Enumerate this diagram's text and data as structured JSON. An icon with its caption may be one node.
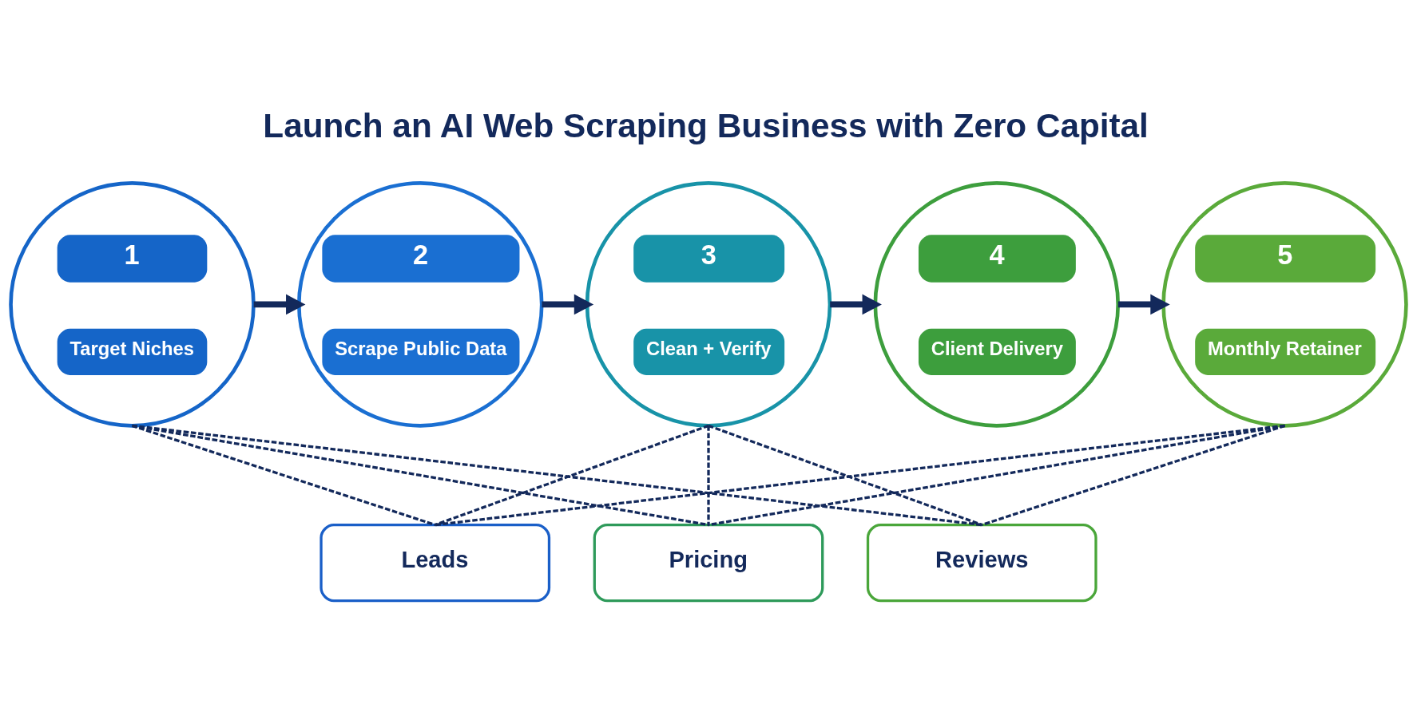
{
  "diagram": {
    "title": "Launch an AI Web Scraping Business with Zero Capital",
    "nodes": [
      {
        "text": [
          "1",
          "Target Niches"
        ]
      },
      {
        "text": [
          "2",
          "Scrape Public Data"
        ]
      },
      {
        "text": [
          "3",
          "Clean + Verify"
        ]
      },
      {
        "text": [
          "4",
          "Client Delivery"
        ]
      },
      {
        "text": [
          "5",
          "Monthly Retainer"
        ]
      },
      {
        "text": [
          "Leads"
        ]
      },
      {
        "text": [
          "Pricing"
        ]
      },
      {
        "text": [
          "Reviews"
        ]
      }
    ],
    "edges": [
      {
        "from": 0,
        "to": 1,
        "arrow": "to",
        "style": "thick"
      },
      {
        "from": 1,
        "to": 2,
        "arrow": "to",
        "style": "thick"
      },
      {
        "from": 2,
        "to": 3,
        "arrow": "to",
        "style": "thick"
      },
      {
        "from": 3,
        "to": 4,
        "arrow": "to",
        "style": "thick"
      },
      {
        "from": 0,
        "to": 5,
        "arrow": "none",
        "style": "dashed"
      },
      {
        "from": 0,
        "to": 6,
        "arrow": "none",
        "style": "dashed"
      },
      {
        "from": 0,
        "to": 7,
        "arrow": "none",
        "style": "dashed"
      },
      {
        "from": 2,
        "to": 5,
        "arrow": "none",
        "style": "dashed"
      },
      {
        "from": 2,
        "to": 6,
        "arrow": "none",
        "style": "dashed"
      },
      {
        "from": 2,
        "to": 7,
        "arrow": "none",
        "style": "dashed"
      },
      {
        "from": 4,
        "to": 5,
        "arrow": "none",
        "style": "dashed"
      },
      {
        "from": 4,
        "to": 6,
        "arrow": "none",
        "style": "dashed"
      },
      {
        "from": 4,
        "to": 7,
        "arrow": "none",
        "style": "dashed"
      }
    ]
  }
}
